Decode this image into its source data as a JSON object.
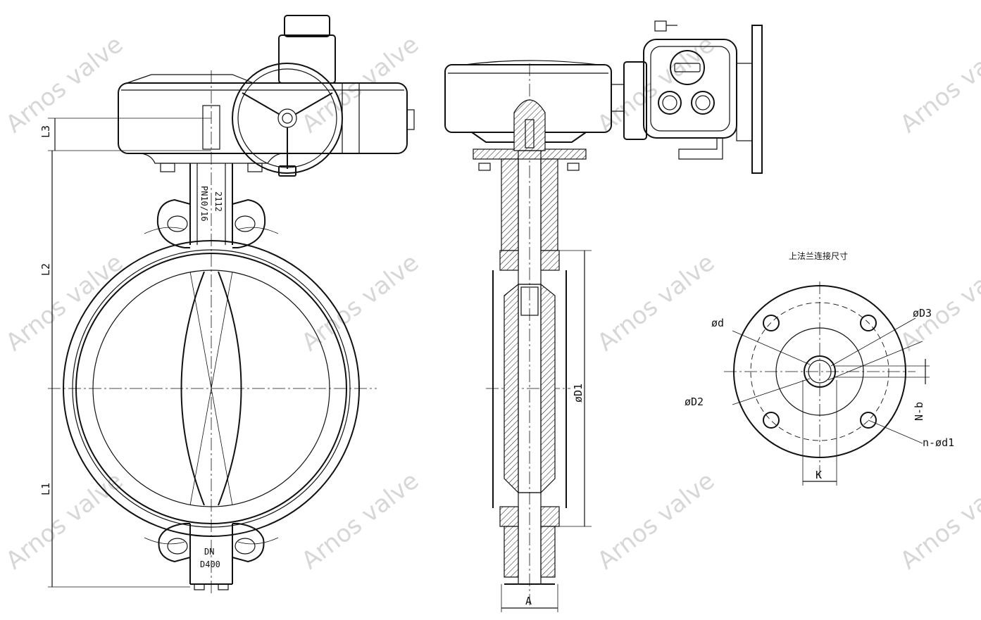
{
  "watermark": "Arnos valve",
  "flange_title": "上法兰连接尺寸",
  "labels": {
    "L1": "L1",
    "L2": "L2",
    "L3": "L3",
    "A": "A",
    "D1": "øD1",
    "d": "ød",
    "D2": "øD2",
    "D3": "øD3",
    "K": "K",
    "Nb": "N-b",
    "nd1": "n-ød1",
    "neck_code": "2112",
    "neck_pressure": "PN10/16",
    "body_dn": "DN",
    "body_size": "D400"
  }
}
